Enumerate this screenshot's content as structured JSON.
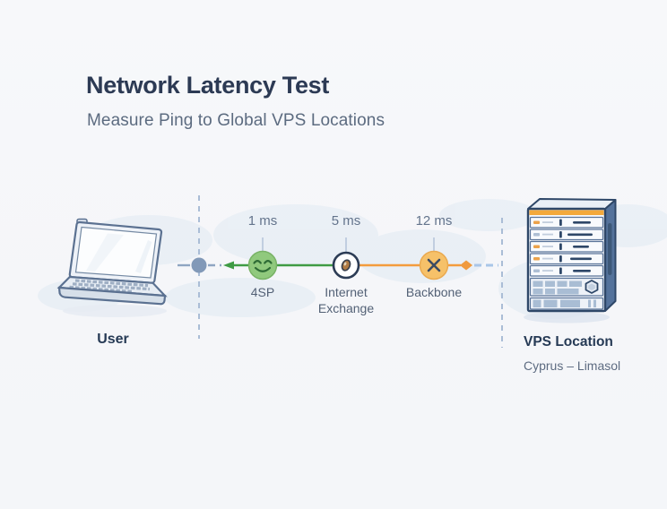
{
  "page": {
    "title": "Network Latency Test",
    "subtitle": "Measure Ping to Global VPS Locations"
  },
  "diagram": {
    "user": {
      "label": "User",
      "icon": "laptop-icon"
    },
    "vps": {
      "label": "VPS Location",
      "location": "Cyprus – Limasol",
      "icon": "server-rack-icon"
    },
    "hops": [
      {
        "id": "isp",
        "label": "4SP",
        "latency": "1 ms",
        "latency_ms": 1,
        "icon": "smiley-icon",
        "node_color": "#90c97d",
        "segment_color": "#3f9b44"
      },
      {
        "id": "internet-exchange",
        "label": "Internet Exchange",
        "latency": "5 ms",
        "latency_ms": 5,
        "icon": "coin-icon",
        "node_color": "#ffffff",
        "segment_color": "#f39c3d"
      },
      {
        "id": "backbone",
        "label": "Backbone",
        "latency": "12 ms",
        "latency_ms": 12,
        "icon": "x-icon",
        "node_color": "#f6c169",
        "segment_color": "#f39c3d"
      }
    ],
    "colors": {
      "background": "#f6f7f9",
      "title_text": "#2c3a54",
      "subtitle_text": "#5c6b80",
      "latency_text": "#64748c",
      "hop_text": "#536176",
      "endpoint_text": "#263a55",
      "boundary_dash": "#aabdd6",
      "user_node": "#8299b8",
      "green_line": "#3f9b44",
      "orange_line": "#f39c3d",
      "server_accent": "#f3a93c",
      "outline_navy": "#2e4768"
    }
  }
}
